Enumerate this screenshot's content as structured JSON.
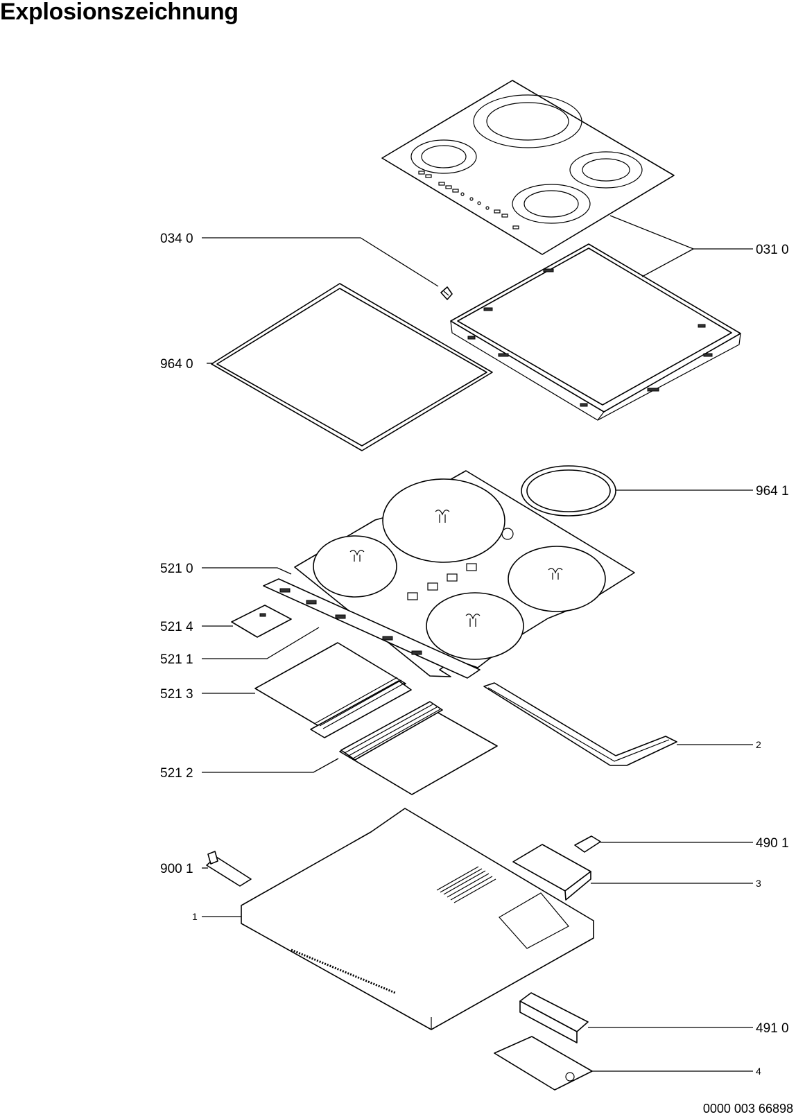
{
  "title": "Explosionszeichnung",
  "drawing_number": "0000 003 66898",
  "callouts": {
    "c0340": "034 0",
    "c0310": "031 0",
    "c9640": "964 0",
    "c9641": "964 1",
    "c5210": "521 0",
    "c5214": "521 4",
    "c5211": "521 1",
    "c5213": "521 3",
    "c2": "2",
    "c5212": "521 2",
    "c4901": "490 1",
    "c9001": "900 1",
    "c3": "3",
    "c1": "1",
    "c4910": "491 0",
    "c4": "4"
  }
}
